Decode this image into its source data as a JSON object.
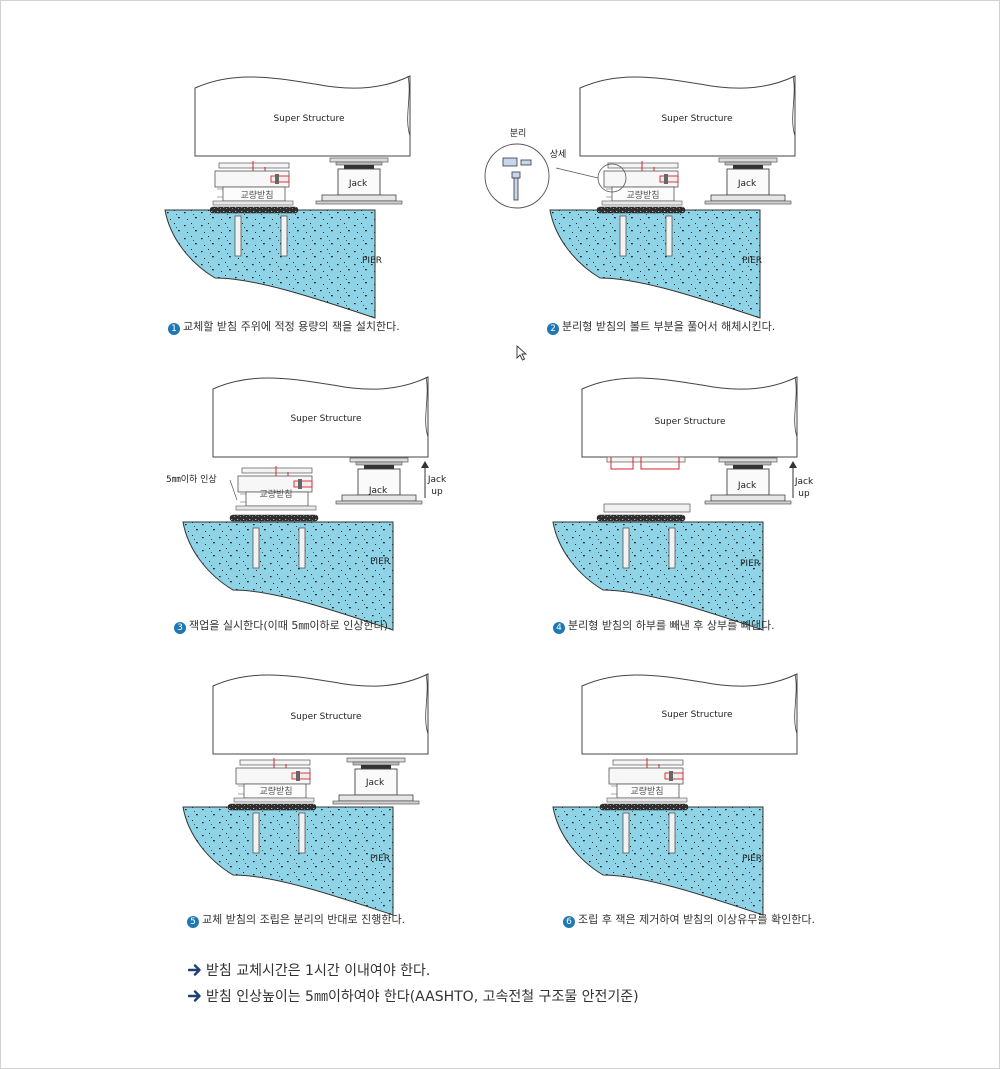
{
  "labels": {
    "superstructure": "Super Structure",
    "jack": "Jack",
    "bearing": "교량받침",
    "pier": "PIER",
    "separation": "분리",
    "detail": "상세",
    "lift_note": "5㎜이하 인상",
    "jack_up": [
      "Jack",
      "up"
    ]
  },
  "steps": [
    {
      "num": "1",
      "text": "교체할 받침 주위에 적정 용량의 잭을 설치한다."
    },
    {
      "num": "2",
      "text": "분리형 받침의 볼트 부분을 풀어서 해체시킨다."
    },
    {
      "num": "3",
      "text": "잭업을 실시한다(이때 5㎜이하로 인상한다)"
    },
    {
      "num": "4",
      "text": "분리형 받침의 하부를 빼낸 후 상부를 빼낸다."
    },
    {
      "num": "5",
      "text": "교체 받침의 조립은 분리의 반대로 진행한다."
    },
    {
      "num": "6",
      "text": "조립 후 잭은 제거하여 받침의 이상유무를 확인한다."
    }
  ],
  "notes": [
    "받침 교체시간은 1시간 이내여야 한다.",
    "받침 인상높이는 5㎜이하여야 한다(AASHTO, 고속전철 구조물 안전기준)"
  ],
  "colors": {
    "pier": "#8fd3e6",
    "accent": "#1e78b4",
    "bearing_detail": "#d9232e"
  }
}
